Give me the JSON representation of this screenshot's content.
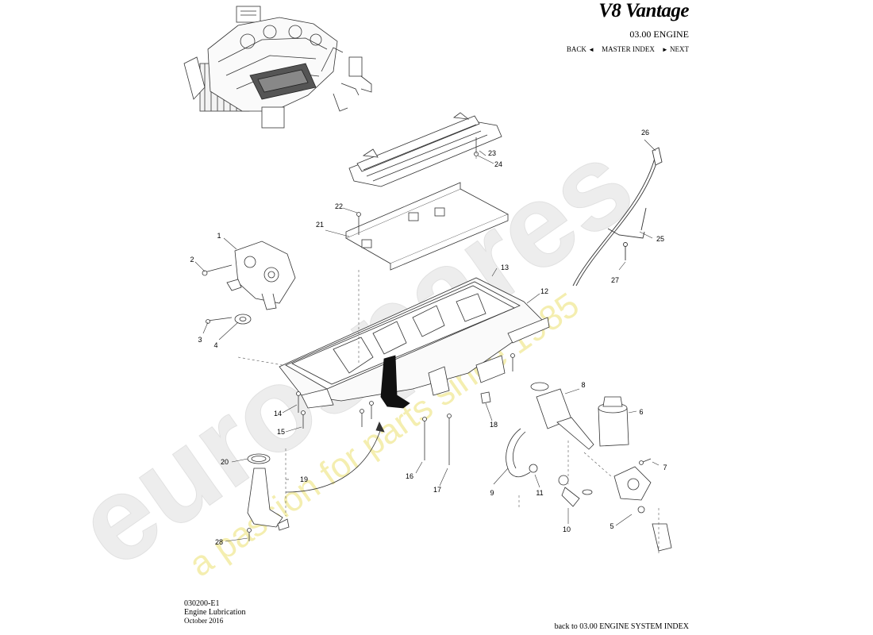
{
  "brand": "V8 Vantage",
  "section_title": "03.00 ENGINE",
  "nav": {
    "back": "BACK",
    "master_index": "MASTER INDEX",
    "next": "NEXT"
  },
  "document": {
    "code": "030200-E1",
    "title": "Engine Lubrication",
    "date": "October 2016"
  },
  "back_link": "back to 03.00 ENGINE SYSTEM INDEX",
  "watermark": {
    "logo_text": "eurospares",
    "tagline": "a passion for parts since 1985"
  },
  "callouts": [
    "1",
    "2",
    "3",
    "4",
    "5",
    "6",
    "7",
    "8",
    "9",
    "10",
    "11",
    "12",
    "13",
    "14",
    "15",
    "16",
    "17",
    "18",
    "19",
    "20",
    "21",
    "22",
    "23",
    "24",
    "25",
    "26",
    "27",
    "28"
  ],
  "colors": {
    "line": "#222222",
    "watermark_logo": "#e6e6e6",
    "watermark_tagline": "#f4eeb0",
    "highlight_part": "#111111"
  }
}
